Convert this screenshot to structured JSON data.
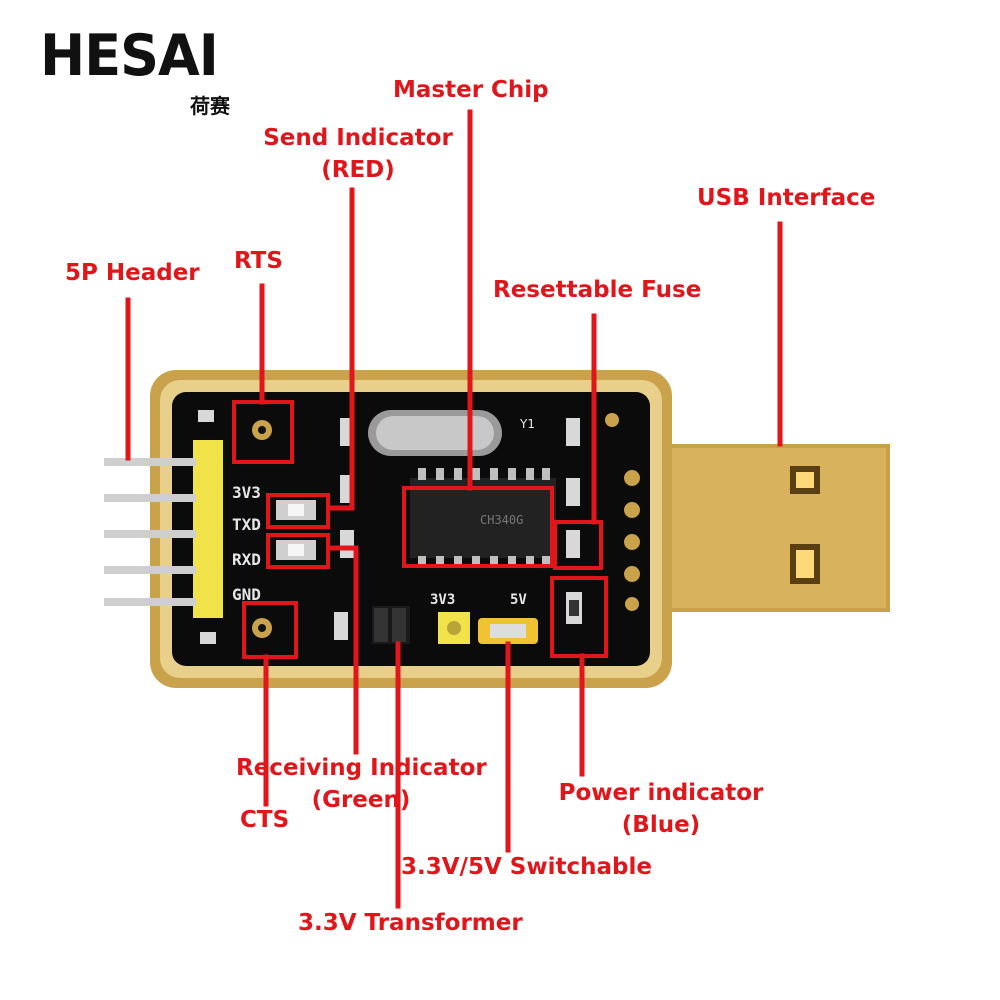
{
  "brand": {
    "name": "HESAI",
    "subtitle": "荷赛"
  },
  "colors": {
    "annotation": "#e0161b",
    "pcb": "#0b0b0b",
    "gold": "#c9a24b",
    "header_yellow": "#f1e24a"
  },
  "labels": {
    "master_chip": "Master Chip",
    "send_indicator_1": "Send Indicator",
    "send_indicator_2": "(RED)",
    "usb_interface": "USB Interface",
    "five_p_header": "5P Header",
    "rts": "RTS",
    "resettable_fuse": "Resettable Fuse",
    "receiving_indicator_1": "Receiving Indicator",
    "receiving_indicator_2": "(Green)",
    "cts": "CTS",
    "power_indicator_1": "Power indicator",
    "power_indicator_2": "(Blue)",
    "switchable": "3.3V/5V Switchable",
    "transformer": "3.3V Transformer"
  },
  "silkscreen": {
    "pins": [
      "3V3",
      "TXD",
      "RXD",
      "GND"
    ],
    "v3": "3V3",
    "v5": "5V",
    "chip_marking": "CH340G",
    "crystal": "Y1"
  }
}
